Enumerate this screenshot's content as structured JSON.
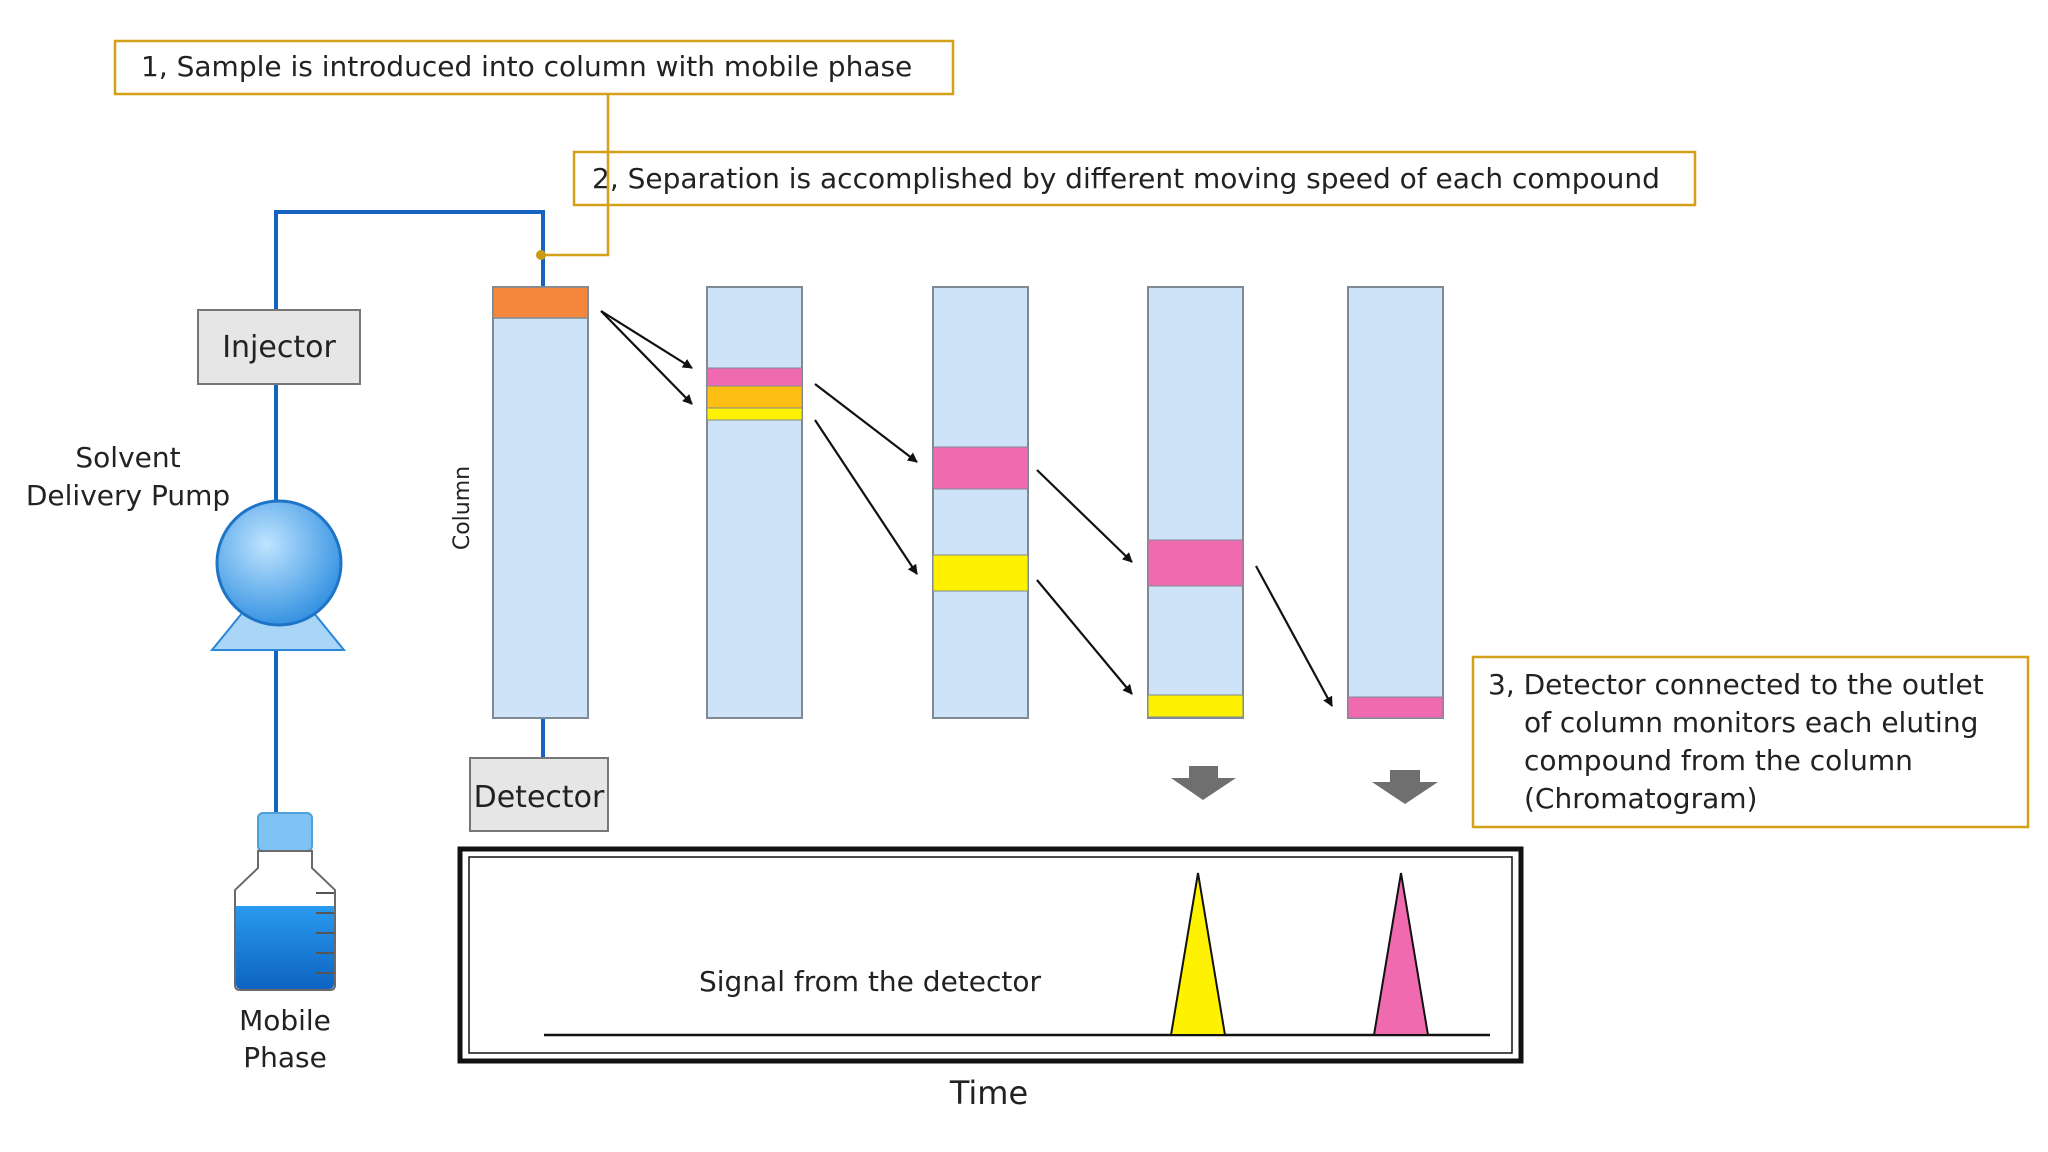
{
  "step1": "1,  Sample is introduced into column with mobile phase",
  "step2": "2,  Separation is accomplished by different moving speed of each compound",
  "step3": {
    "lines": [
      "3,  Detector connected to the outlet",
      "of column monitors each eluting",
      "compound from the column",
      "(Chromatogram)"
    ]
  },
  "components": {
    "injector": "Injector",
    "pump": [
      "Solvent",
      "Delivery Pump"
    ],
    "column": "Column",
    "detector": "Detector",
    "mobile_phase": [
      "Mobile",
      "Phase"
    ]
  },
  "chromatogram": {
    "signal_label": "Signal from the detector",
    "x_label": "Time"
  },
  "colors": {
    "sample_band": "#f4873c",
    "compound_a": "#ef6aae",
    "compound_b": "#fff200",
    "compound_mix": "#fdbf14",
    "column_fill": "#cfe3f8",
    "tubing": "#1565c0",
    "callout_border": "#d4a017"
  }
}
